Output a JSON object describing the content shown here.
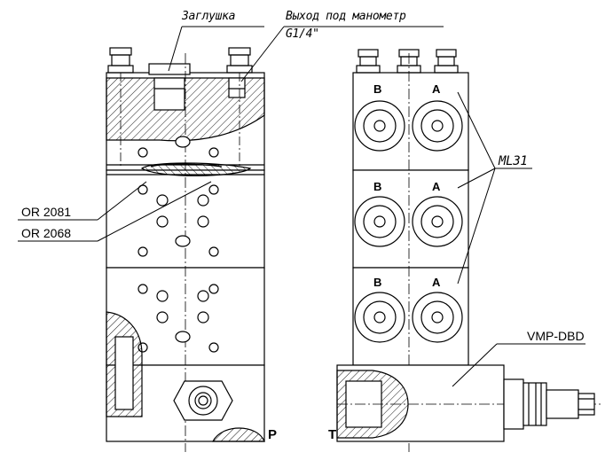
{
  "callouts": {
    "plug": "Заглушка",
    "gauge_outlet": "Выход под манометр",
    "gauge_thread": "G1/4\"",
    "oring_1": "OR 2081",
    "oring_2": "OR 2068",
    "module": "ML31",
    "valve": "VMP-DBD"
  },
  "ports": {
    "b": "B",
    "a": "A",
    "p": "P",
    "t": "T"
  }
}
